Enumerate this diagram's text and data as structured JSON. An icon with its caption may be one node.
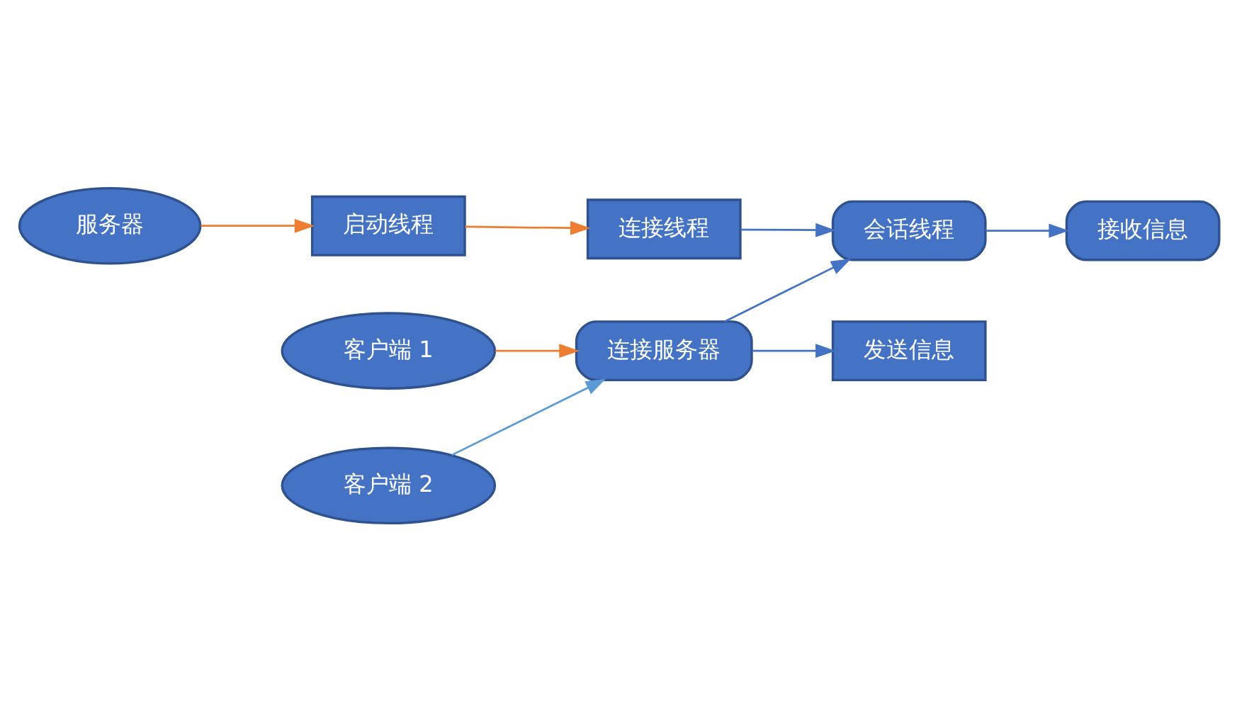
{
  "diagram": {
    "nodes": [
      {
        "text": [
          "服务器"
        ]
      },
      {
        "text": [
          "启动线程"
        ]
      },
      {
        "text": [
          "连接线程"
        ]
      },
      {
        "text": [
          "会话线程"
        ]
      },
      {
        "text": [
          "接收信息"
        ]
      },
      {
        "text": [
          "客户端 1"
        ]
      },
      {
        "text": [
          "连接服务器"
        ]
      },
      {
        "text": [
          "客户端 2"
        ]
      },
      {
        "text": [
          "发送信息"
        ]
      }
    ],
    "edges": [
      {
        "from": 0,
        "to": 1,
        "arrow": "to",
        "color": "#ed7d31"
      },
      {
        "from": 1,
        "to": 2,
        "arrow": "to",
        "color": "#ed7d31"
      },
      {
        "from": 2,
        "to": 3,
        "arrow": "to"
      },
      {
        "from": 6,
        "to": 3,
        "arrow": "to"
      },
      {
        "from": 3,
        "to": 4,
        "arrow": "to"
      },
      {
        "from": 5,
        "to": 6,
        "arrow": "to",
        "color": "#ed7d31"
      },
      {
        "from": 7,
        "to": 6,
        "arrow": "to",
        "color": "#5b9bd5"
      },
      {
        "from": 6,
        "to": 8,
        "arrow": "to"
      }
    ]
  }
}
